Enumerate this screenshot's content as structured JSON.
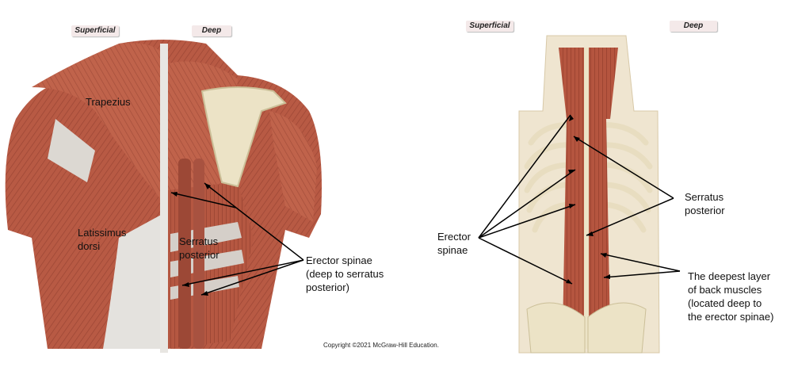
{
  "left": {
    "tab_superficial": "Superficial",
    "tab_deep": "Deep",
    "labels": {
      "trapezius": "Trapezius",
      "latissimus": "Latissimus\ndorsi",
      "serratus": "Serratus\nposterior",
      "erector": "Erector spinae\n(deep to serratus\nposterior)"
    }
  },
  "right": {
    "tab_superficial": "Superficial",
    "tab_deep": "Deep",
    "labels": {
      "serratus": "Serratus\nposterior",
      "erector": "Erector\nspinae",
      "deepest": "The deepest layer\nof back muscles\n(located deep to\nthe erector spinae)"
    }
  },
  "copyright": "Copyright ©2021 McGraw-Hill Education.",
  "colors": {
    "muscle": "#b85a44",
    "muscle_dark": "#8e3b2b",
    "muscle_light": "#d88a70",
    "tendon": "#e6e4e0",
    "bone": "#ece3c6",
    "skin": "#efe5d0"
  }
}
